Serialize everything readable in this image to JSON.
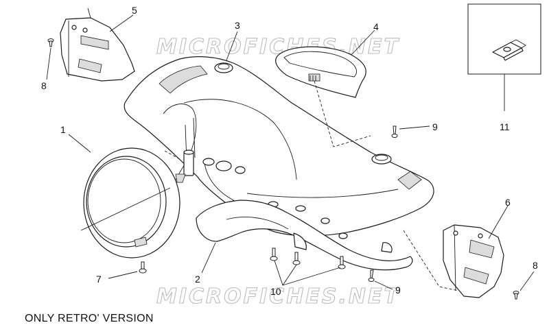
{
  "watermarks": [
    "MICROFICHES.NET",
    "MICROFICHES.NET"
  ],
  "callouts": {
    "c1": "1",
    "c2": "2",
    "c3": "3",
    "c4": "4",
    "c5": "5",
    "c6": "6",
    "c7": "7",
    "c8a": "8",
    "c8b": "8",
    "c9a": "9",
    "c9b": "9",
    "c10": "10",
    "c11": "11"
  },
  "footnote": "ONLY  RETRO'  VERSION"
}
